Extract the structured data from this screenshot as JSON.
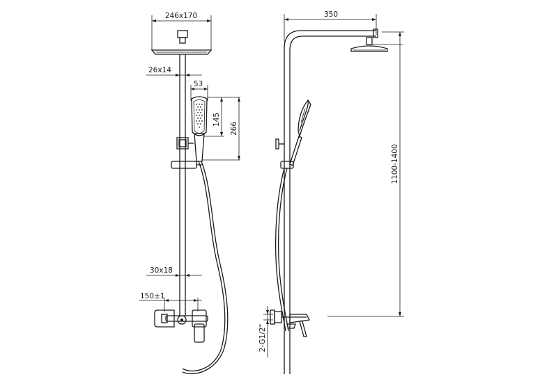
{
  "dimensions": {
    "head_size": "246x170",
    "rail_top_size": "26x14",
    "hand_shower_width": "53",
    "hand_shower_length": "145",
    "slider_to_top": "266",
    "rail_bottom_size": "30x18",
    "inlet_spacing": "150±1",
    "arm_length": "350",
    "height_range": "1100-1400",
    "inlet_thread": "2-G1/2\""
  }
}
